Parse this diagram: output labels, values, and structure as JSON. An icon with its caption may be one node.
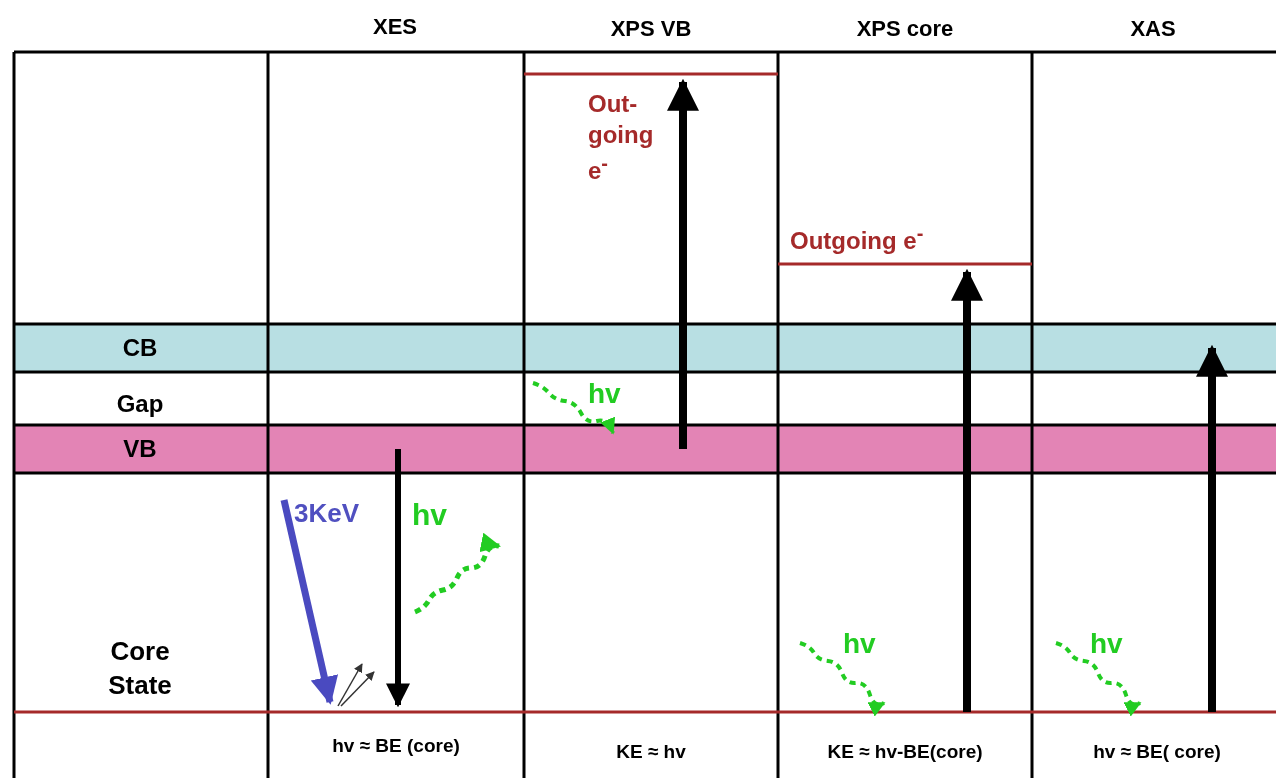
{
  "diagram": {
    "nodes": [
      {
        "text": [
          "CB"
        ]
      },
      {
        "text": [
          "VB"
        ]
      }
    ],
    "edges": [
      {
        "from": 1,
        "to": null,
        "arrow": "to"
      },
      {
        "from": 1,
        "to": null,
        "arrow": "to"
      },
      {
        "from": null,
        "to": 0,
        "arrow": "to"
      }
    ],
    "labels": [
      "XES",
      "XPS VB",
      "XPS core",
      "XAS",
      "Out- going e$^{-}$",
      "Outgoing e$^{-}$",
      "Gap",
      "hv",
      "3KeV",
      "hv",
      "Core State",
      "hv",
      "hv",
      "hv ≈ BE (core)",
      "KE ≈ hv",
      "KE ≈ hv-BE(core)",
      "hv ≈ BE( core)"
    ]
  }
}
